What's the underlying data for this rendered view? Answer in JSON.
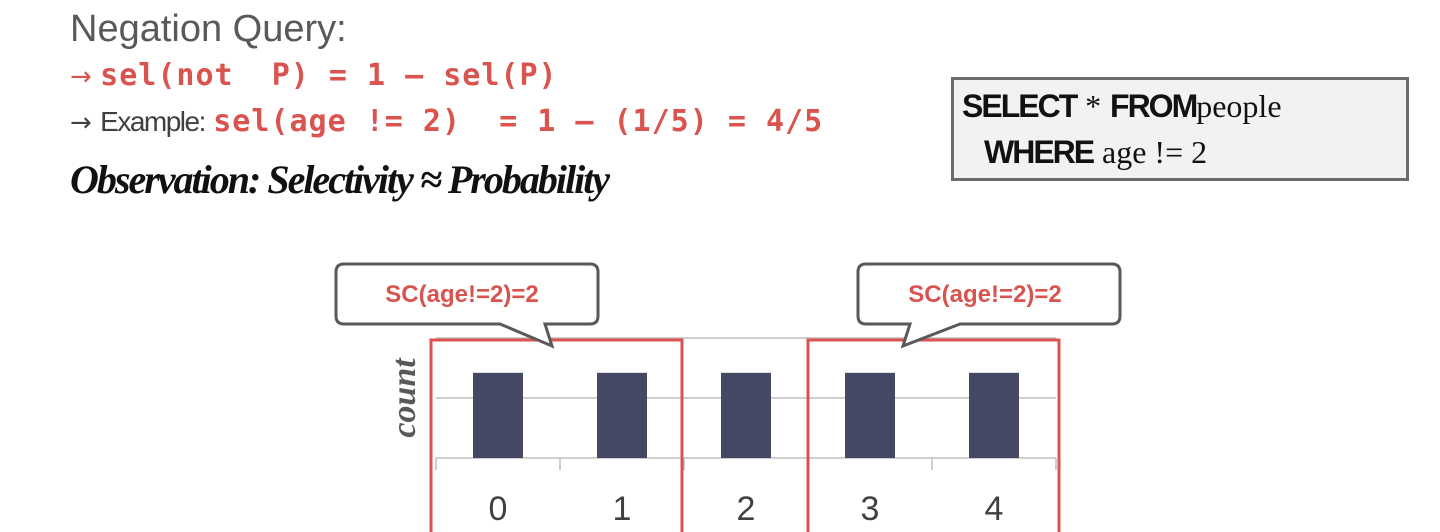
{
  "title": "Negation Query:",
  "formula": {
    "arrow": "→",
    "text": "sel(not  P) = 1 – sel(P)"
  },
  "example": {
    "arrow": "→",
    "label": "Example:",
    "text": "sel(age != 2)  = 1 – (1/5) = 4/5"
  },
  "observation": "Observation: Selectivity ≈ Probability",
  "sql": {
    "line1_kw1": "SELECT",
    "line1_star": "*",
    "line1_kw2": "FROM",
    "line1_table": "people",
    "line2_kw": "WHERE",
    "line2_cond": "age != 2"
  },
  "callouts": [
    {
      "text": "SC(age!=2)=2"
    },
    {
      "text": "SC(age!=2)=2"
    }
  ],
  "colors": {
    "accent": "#d9534f",
    "bar": "#454862",
    "grid": "#bfbfbf",
    "text": "#404040"
  },
  "chart_data": {
    "type": "bar",
    "categories": [
      "0",
      "1",
      "2",
      "3",
      "4"
    ],
    "values": [
      1,
      1,
      1,
      1,
      1
    ],
    "xlabel": "",
    "ylabel": "count",
    "ylim": [
      0,
      2
    ],
    "grid": true,
    "highlighted_groups": [
      [
        "0",
        "1"
      ],
      [
        "3",
        "4"
      ]
    ]
  }
}
